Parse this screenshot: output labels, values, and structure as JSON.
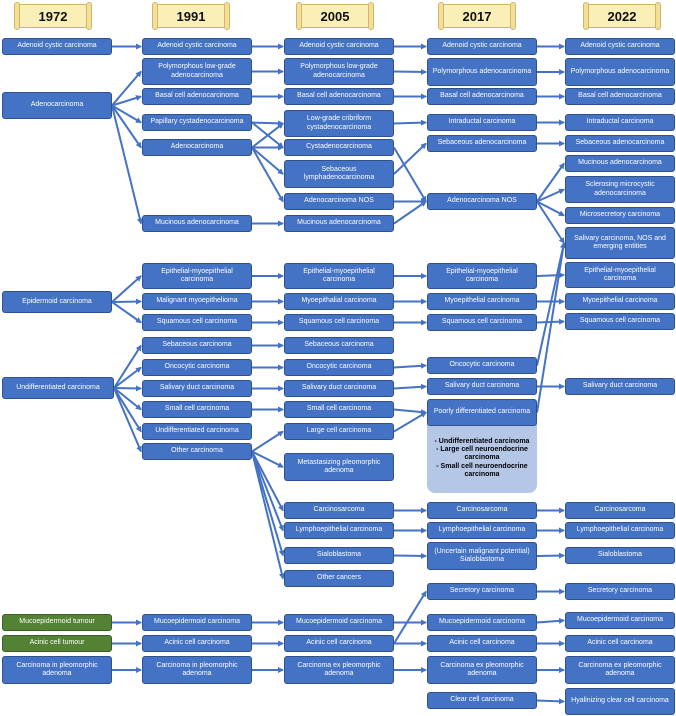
{
  "years": [
    "1972",
    "1991",
    "2005",
    "2017",
    "2022"
  ],
  "nodes": {
    "a1": "Adenoid cystic carcinoma",
    "a2": "Adenocarcinoma",
    "a3": "Epidermoid carcinoma",
    "a4": "Undifferentiated carcinoma",
    "a5": "Mucoepidermoid tumour",
    "a6": "Acinic cell tumour",
    "a7": "Carcinoma in pleomorphic adenoma",
    "b1": "Adenoid cystic carcinoma",
    "b2": "Polymorphous low-grade adenocarcinoma",
    "b3": "Basal cell adenocarcinoma",
    "b4": "Papillary cystadenocarcinoma",
    "b5": "Adenocarcinoma",
    "b6": "Mucinous adenocarcinoma",
    "b7": "Epithelial-myoepithelial carcinoma",
    "b8": "Malignant myoepithelioma",
    "b9": "Squamous cell carcinoma",
    "b10": "Sebaceous carcinoma",
    "b11": "Oncocytic carcinoma",
    "b12": "Salivary duct carcinoma",
    "b13": "Small cell carcinoma",
    "b14": "Undifferentiated carcinoma",
    "b15": "Other carcinoma",
    "b16": "Mucoepidermoid carcinoma",
    "b17": "Acinic cell carcinoma",
    "b18": "Carcinoma in pleomorphic adenoma",
    "c1": "Adenoid cystic carcinoma",
    "c2": "Polymorphous low-grade adenocarcinoma",
    "c3": "Basal cell adenocarcinoma",
    "c4": "Low-grade cribriform cystadenocarcinoma",
    "c5": "Cystadenocarcinoma",
    "c6": "Sebaceous lymphadenocarcinoma",
    "c7": "Adenocarcinoma NOS",
    "c8": "Mucinous adenocarcinoma",
    "c9": "Epithelial-myoepithelial carcinoma",
    "c10": "Myoepithalial carcinoma",
    "c11": "Squamous cell carcinoma",
    "c12": "Sebaceous carcinoma",
    "c13": "Oncocytic carcinoma",
    "c14": "Salivary duct carcinoma",
    "c15": "Small cell carcinoma",
    "c16": "Large cell carcinoma",
    "c17": "Metastasizing pleomorphic adenoma",
    "c18": "Carcinosarcoma",
    "c19": "Lymphoepithelial carcinoma",
    "c20": "Sialoblastoma",
    "c21": "Other cancers",
    "c22": "Mucoepidermoid carcinoma",
    "c23": "Acinic cell carcinoma",
    "c24": "Carcinoma ex pleomorphic adenoma",
    "d1": "Adenoid cystic carcinoma",
    "d2": "Polymorphous adenocarcinoma",
    "d3": "Basal cell adenocarcinoma",
    "d4": "Intraductal carcinoma",
    "d5": "Sebaceous adenocarcinoma",
    "d6": "Adenocarcinoma NOS",
    "d7": "Epithelial-myoepithelial carcinoma",
    "d8": "Myoepithelial carcinoma",
    "d9": "Squamous cell carcinoma",
    "d10": "Oncocytic carcinoma",
    "d11": "Salivary duct carcinoma",
    "d12": "Poorly differentiated carcinoma",
    "d13": "Carcinosarcoma",
    "d14": "Lymphoepithelial carcinoma",
    "d15": "(Uncertain malignant potential) Sialoblastoma",
    "d16": "Secretory carcinoma",
    "d17": "Mucoepidermoid carcinoma",
    "d18": "Acinic cell carcinoma",
    "d19": "Carcinoma ex pleomorphic adenoma",
    "d20": "Clear cell carcinoma",
    "e1": "Adenoid cystic carcinoma",
    "e2": "Polymorphous adenocarcinoma",
    "e3": "Basal cell adenocarcinoma",
    "e4": "Intraductal carcinoma",
    "e5": "Sebaceous adenocarcinoma",
    "e6": "Mucinous adenocarcinoma",
    "e7": "Sclerosing microcystic adenocarcinoma",
    "e8": "Microsecretory carcinoma",
    "e9": "Salivary carcinoma, NOS and emerging entities",
    "e10": "Epithelial-myoepithelial carcinoma",
    "e11": "Myoepithelial carcinoma",
    "e12": "Squamous cell carcinoma",
    "e13": "Salivary duct carcinoma",
    "e14": "Carcinosarcoma",
    "e15": "Lymphoepithelial carcinoma",
    "e16": "Sialoblastoma",
    "e17": "Secretory carcinoma",
    "e18": "Mucoepidermoid carcinoma",
    "e19": "Acinic cell carcinoma",
    "e20": "Carcinoma ex pleomorphic adenoma",
    "e21": "Hyalinizing clear cell carcinoma"
  },
  "poorly_differentiated_subtypes": [
    "- Undifferentiated carcinoma",
    "- Large cell neuroendocrine carcinoma",
    "- Small cell neuroendocrine carcinoma"
  ],
  "colors": {
    "node": "#4472c4",
    "node_border": "#2f528f",
    "green_node": "#548235",
    "connector": "#4472c4",
    "subtype_panel": "#b4c7e7",
    "year_scroll": "#fbefb8"
  }
}
